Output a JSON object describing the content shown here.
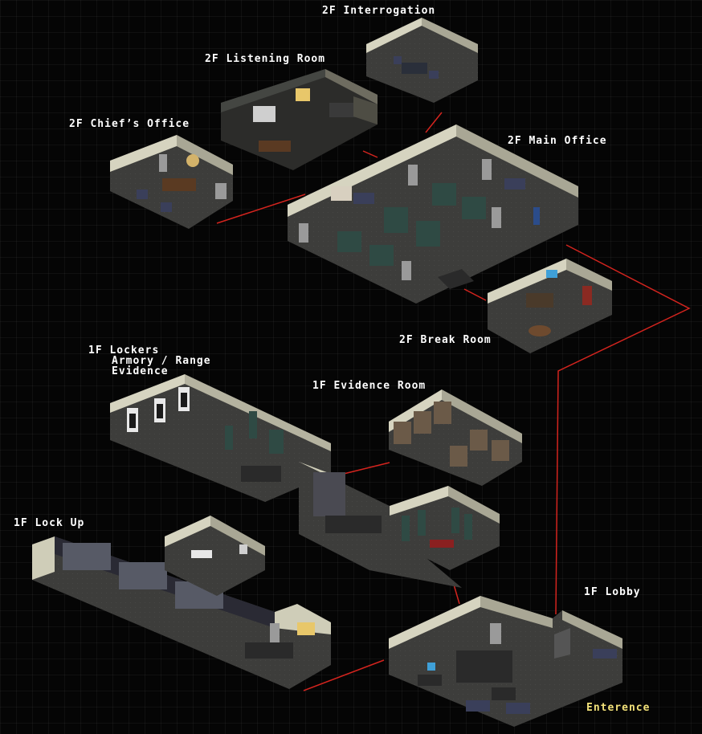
{
  "map": {
    "rooms": [
      {
        "key": "interrogation",
        "label": "2F Interrogation"
      },
      {
        "key": "listening",
        "label": "2F Listening Room"
      },
      {
        "key": "chief",
        "label": "2F Chief’s Office"
      },
      {
        "key": "main_office",
        "label": "2F Main Office"
      },
      {
        "key": "break_room",
        "label": "2F Break Room"
      },
      {
        "key": "lockers",
        "label": "1F Lockers",
        "sub": [
          "Armory / Range",
          "Evidence"
        ]
      },
      {
        "key": "evidence",
        "label": "1F Evidence Room"
      },
      {
        "key": "lockup",
        "label": "1F Lock Up"
      },
      {
        "key": "lobby",
        "label": "1F Lobby"
      }
    ],
    "entrance_label": "Enterence",
    "colors": {
      "background": "#050505",
      "grid": "#1a1a1a",
      "floor": "#3d3d3b",
      "wall": "#cfcdb8",
      "wall_dark": "#8d8a7a",
      "connector": "#d4241e",
      "label": "#ffffff",
      "entrance": "#f3e27a"
    }
  }
}
